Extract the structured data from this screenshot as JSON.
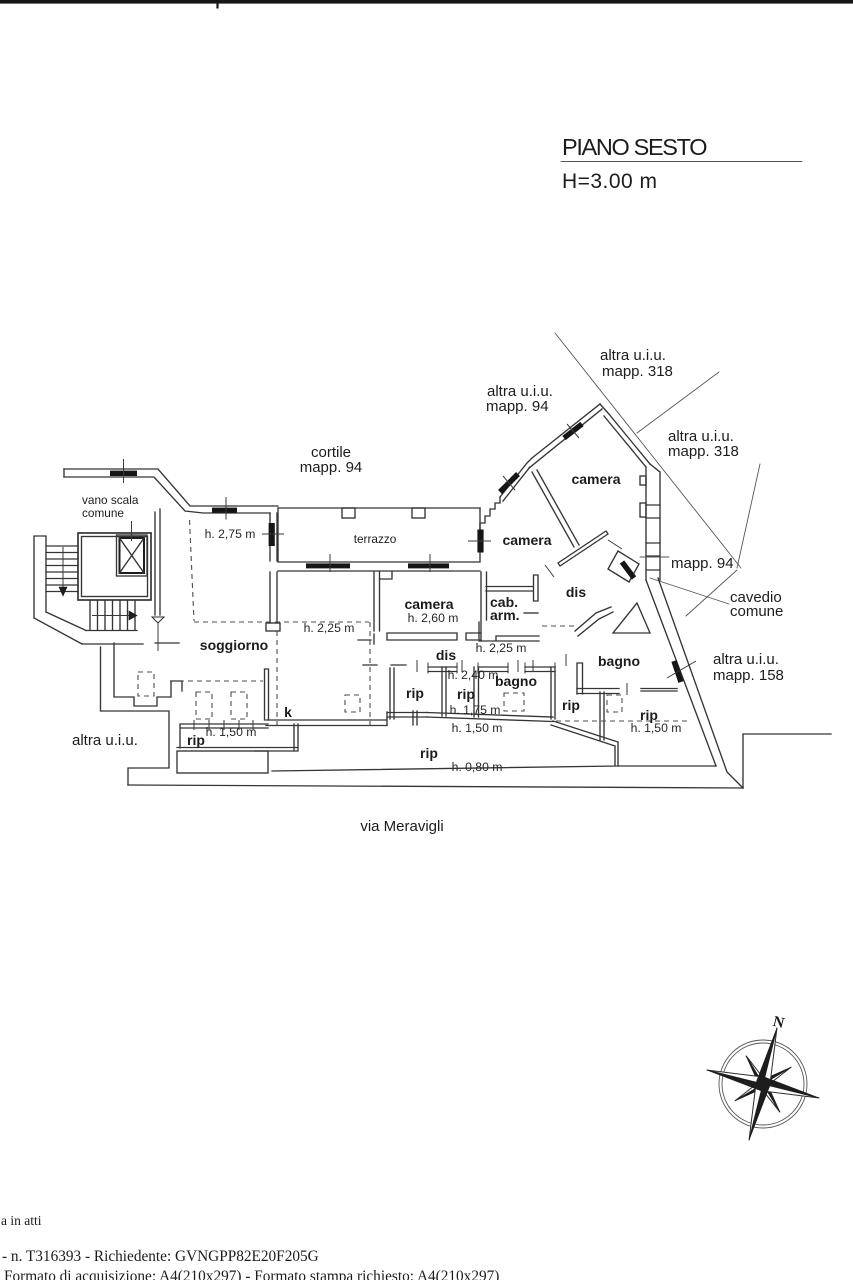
{
  "document": {
    "type": "cadastral floor plan",
    "title": "PIANO SESTO",
    "height_note": "H=3.00 m",
    "street": "via Meravigli",
    "compass_north": "N"
  },
  "rooms": {
    "cortile_line1": "cortile",
    "cortile_line2": "mapp. 94",
    "vano_scala_line1": "vano scala",
    "vano_scala_line2": "comune",
    "terrazzo": "terrazzo",
    "soggiorno": "soggiorno",
    "camera_mid": "camera",
    "camera_diag_upper": "camera",
    "camera_diag_left": "camera",
    "cab_line1": "cab.",
    "cab_line2": "arm.",
    "dis_mid": "dis",
    "dis_right": "dis",
    "bagno_mid": "bagno",
    "bagno_right": "bagno",
    "rip_small_left": "rip",
    "rip_small_mid": "rip",
    "rip_right_a": "rip",
    "rip_right_b": "rip",
    "rip_soggiorno": "rip",
    "rip_strip": "rip",
    "kitchen": "k"
  },
  "heights": {
    "h275": "h. 2,75 m",
    "h260": "h. 2,60 m",
    "h225_soggiorno": "h. 2,25 m",
    "h225_cab": "h. 2,25 m",
    "h240": "h. 2,40 m",
    "h175": "h. 1,75 m",
    "h150_mid": "h. 1,50 m",
    "h150_left": "h. 1,50 m",
    "h150_right": "h. 1,50 m",
    "h080": "h. 0,80 m"
  },
  "boundaries": {
    "altra_318a_line1": "altra u.i.u.",
    "altra_318a_line2": "mapp. 318",
    "altra_94_line1": "altra u.i.u.",
    "altra_94_line2": "mapp. 94",
    "altra_318b_line1": "altra u.i.u.",
    "altra_318b_line2": "mapp. 318",
    "altra_158_line1": "altra u.i.u.",
    "altra_158_line2": "mapp. 158",
    "altra_left": "altra u.i.u.",
    "mapp94_right": "mapp. 94",
    "cavedio_line1": "cavedio",
    "cavedio_line2": "comune"
  },
  "footer": {
    "line1": "a in atti",
    "line2": "- n. T316393 - Richiedente: GVNGPP82E20F205G",
    "line3": "Formato di acquisizione: A4(210x297)  - Formato stampa richiesto: A4(210x297)"
  }
}
